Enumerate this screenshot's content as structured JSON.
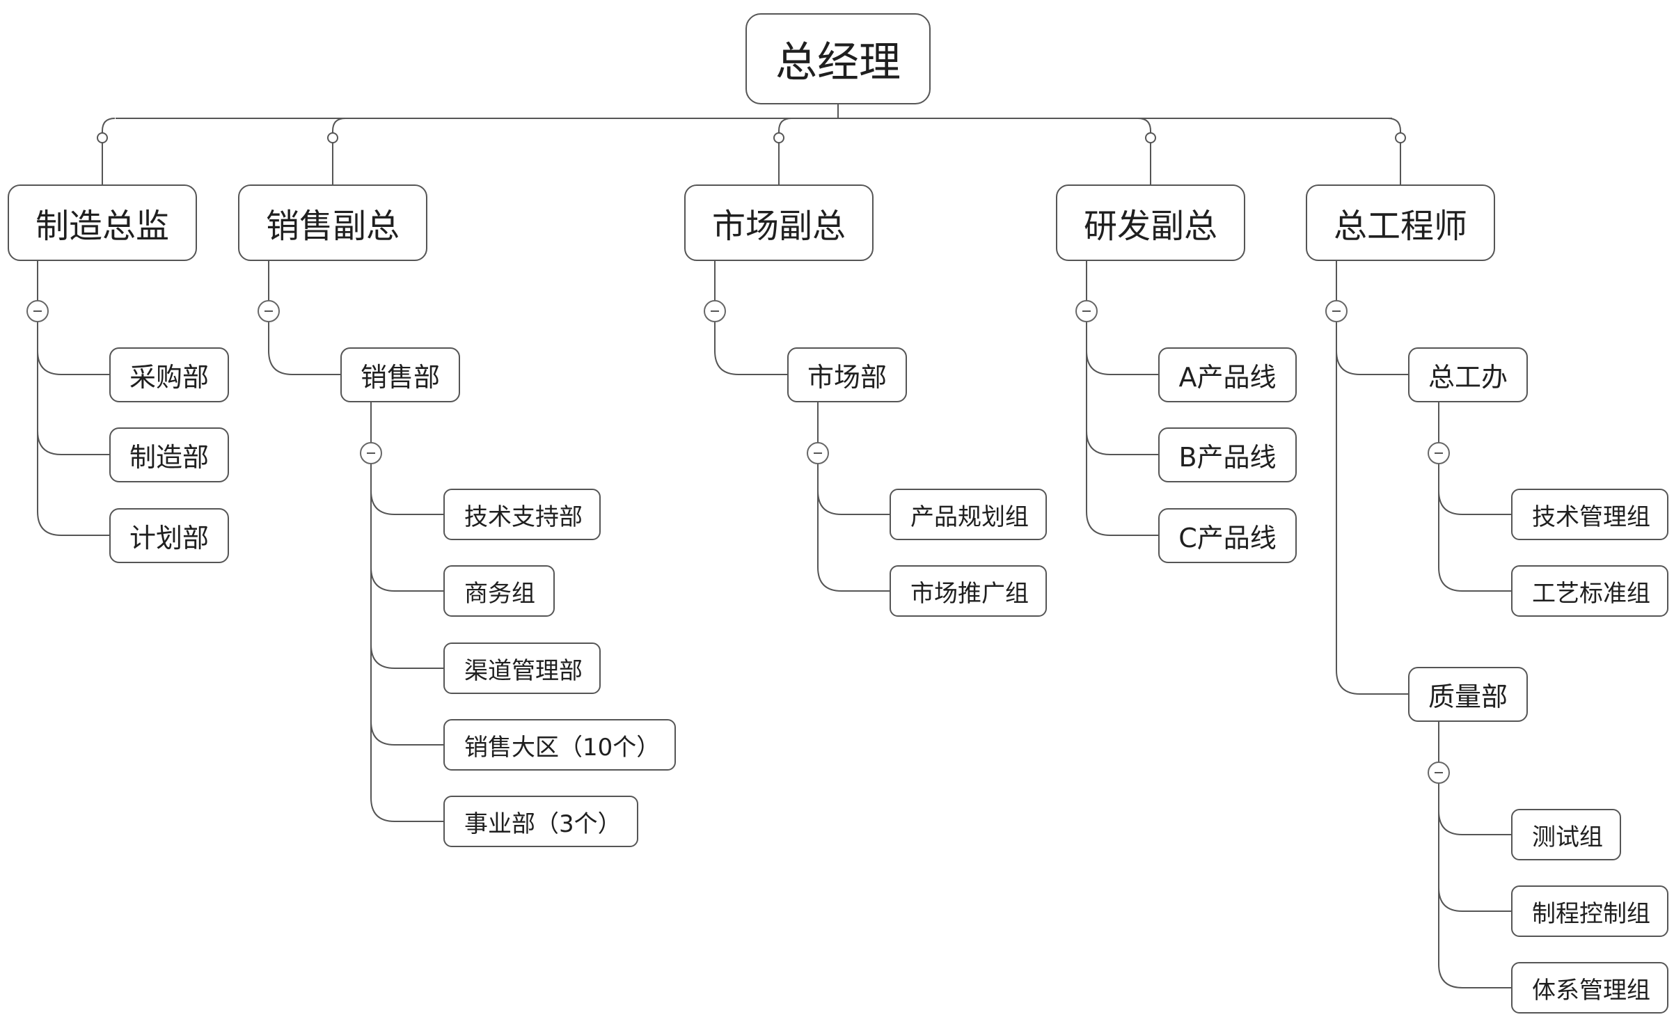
{
  "colors": {
    "connector": "#555555",
    "node_border": "#555555",
    "node_text": "#1f1f1f",
    "background": "#ffffff"
  },
  "toggle_icon": "collapse-minus-icon",
  "root": {
    "label": "总经理"
  },
  "branches": [
    {
      "label": "制造总监",
      "children": [
        {
          "label": "采购部"
        },
        {
          "label": "制造部"
        },
        {
          "label": "计划部"
        }
      ]
    },
    {
      "label": "销售副总",
      "children": [
        {
          "label": "销售部",
          "children": [
            {
              "label": "技术支持部"
            },
            {
              "label": "商务组"
            },
            {
              "label": "渠道管理部"
            },
            {
              "label": "销售大区（10个）"
            },
            {
              "label": "事业部（3个）"
            }
          ]
        }
      ]
    },
    {
      "label": "市场副总",
      "children": [
        {
          "label": "市场部",
          "children": [
            {
              "label": "产品规划组"
            },
            {
              "label": "市场推广组"
            }
          ]
        }
      ]
    },
    {
      "label": "研发副总",
      "children": [
        {
          "label": "A产品线"
        },
        {
          "label": "B产品线"
        },
        {
          "label": "C产品线"
        }
      ]
    },
    {
      "label": "总工程师",
      "children": [
        {
          "label": "总工办",
          "children": [
            {
              "label": "技术管理组"
            },
            {
              "label": "工艺标准组"
            }
          ]
        },
        {
          "label": "质量部",
          "children": [
            {
              "label": "测试组"
            },
            {
              "label": "制程控制组"
            },
            {
              "label": "体系管理组"
            }
          ]
        }
      ]
    }
  ]
}
